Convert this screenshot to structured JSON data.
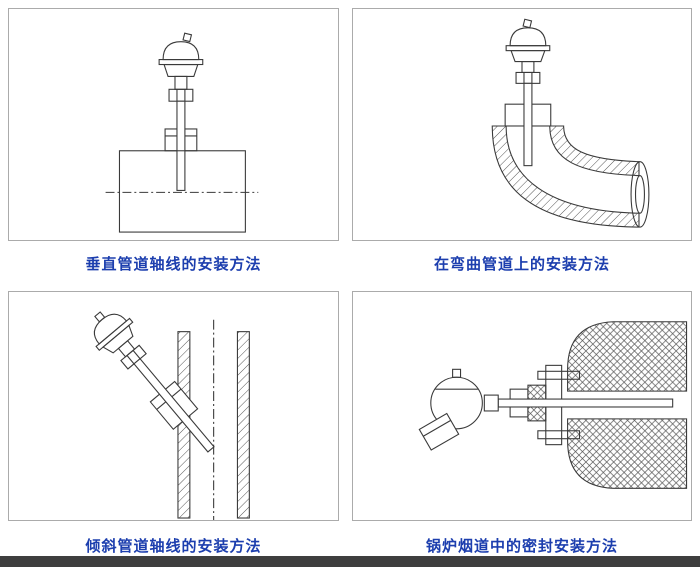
{
  "page": {
    "background_color": "#ffffff",
    "caption_color": "#1c3eae",
    "footer_bar_color": "#3e3e3e",
    "line_color": "#3a3a3a"
  },
  "figures": [
    {
      "id": "vertical",
      "caption": "垂直管道轴线的安装方法",
      "diagram": "thermocouple-vertical-on-pipe-axis"
    },
    {
      "id": "curved",
      "caption": "在弯曲管道上的安装方法",
      "diagram": "thermocouple-in-pipe-elbow"
    },
    {
      "id": "inclined",
      "caption": "倾斜管道轴线的安装方法",
      "diagram": "thermocouple-inclined-to-pipe-axis"
    },
    {
      "id": "boiler",
      "caption": "锅炉烟道中的密封安装方法",
      "diagram": "thermocouple-sealed-in-boiler-flue"
    }
  ]
}
